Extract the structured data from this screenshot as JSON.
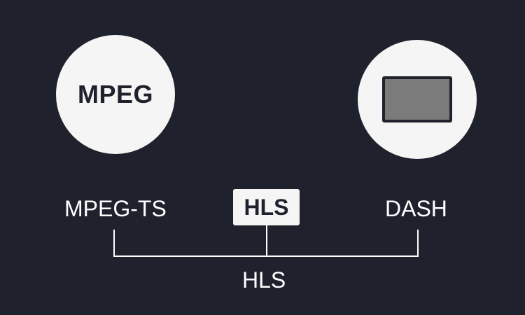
{
  "nodes": {
    "left_circle_text": "MPEG",
    "left_label": "MPEG-TS",
    "center_badge": "HLS",
    "right_label": "DASH",
    "bottom_label": "HLS"
  },
  "icons": {
    "right_circle_icon": "screen-icon"
  },
  "colors": {
    "background": "#1f222d",
    "circle_fill": "#f5f5f5",
    "text": "#ffffff",
    "icon_fill": "#7b7b7b"
  }
}
